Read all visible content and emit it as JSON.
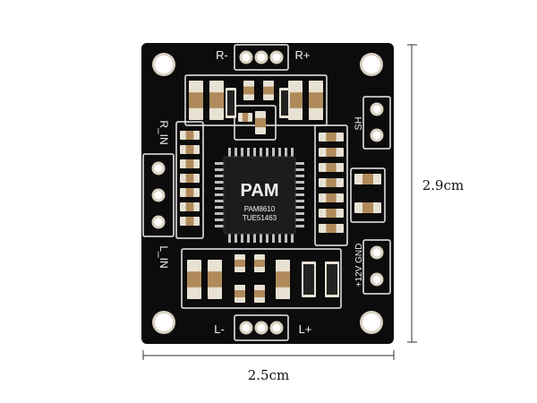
{
  "board": {
    "colors": {
      "pcb": "#0c0c0c",
      "silkscreen": "#ededed",
      "pad": "#d9d2c2",
      "hole": "#ffffff",
      "chip": "#1c1c1c",
      "resistor_body": "#d8c9a8",
      "resistor_end": "#e8e2d4",
      "capacitor_body": "#b08a5a"
    },
    "chip": {
      "logo": "PAM",
      "model": "PAM8610",
      "code": "TUE51463"
    },
    "labels": {
      "r_minus": "R-",
      "r_plus": "R+",
      "l_minus": "L-",
      "l_plus": "L+",
      "r_in": "R_IN",
      "l_in": "L_IN",
      "sh": "SH",
      "power": "+12V GND"
    }
  },
  "dimensions": {
    "height": "2.9cm",
    "width": "2.5cm"
  }
}
